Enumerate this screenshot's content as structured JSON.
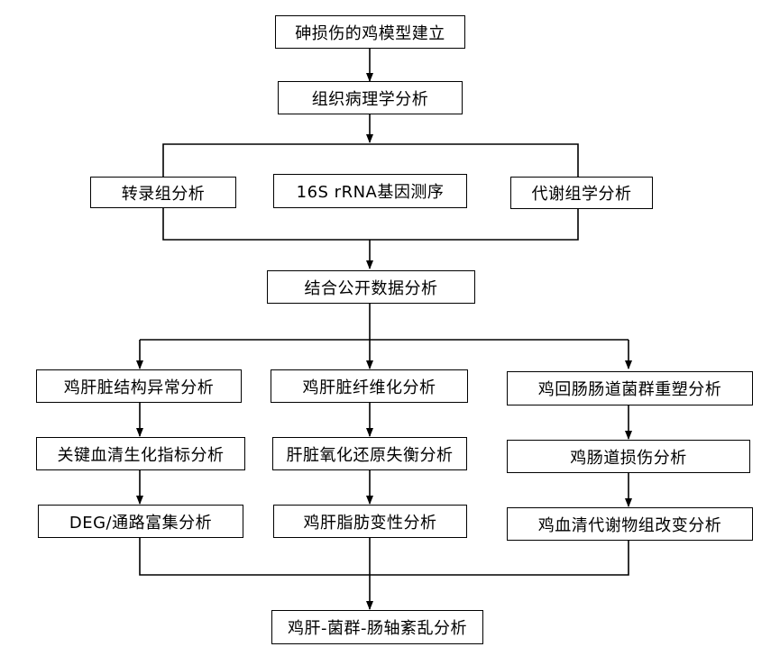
{
  "nodes": {
    "arsenic_model": "砷损伤的鸡模型建立",
    "histopathology": "组织病理学分析",
    "transcriptomics": "转录组分析",
    "rrna_sequencing": "16S rRNA基因测序",
    "metabolomics": "代谢组学分析",
    "public_data": "结合公开数据分析",
    "liver_structure": "鸡肝脏结构异常分析",
    "serum_indicators": "关键血清生化指标分析",
    "deg_pathway": "DEG/通路富集分析",
    "liver_fibrosis": "鸡肝脏纤维化分析",
    "redox_imbalance": "肝脏氧化还原失衡分析",
    "fatty_degeneration": "鸡肝脂肪变性分析",
    "gut_microbiota": "鸡回肠肠道菌群重塑分析",
    "intestinal_damage": "鸡肠道损伤分析",
    "serum_metabolism": "鸡血清代谢物组改变分析",
    "axis_disorder": "鸡肝-菌群-肠轴紊乱分析"
  }
}
